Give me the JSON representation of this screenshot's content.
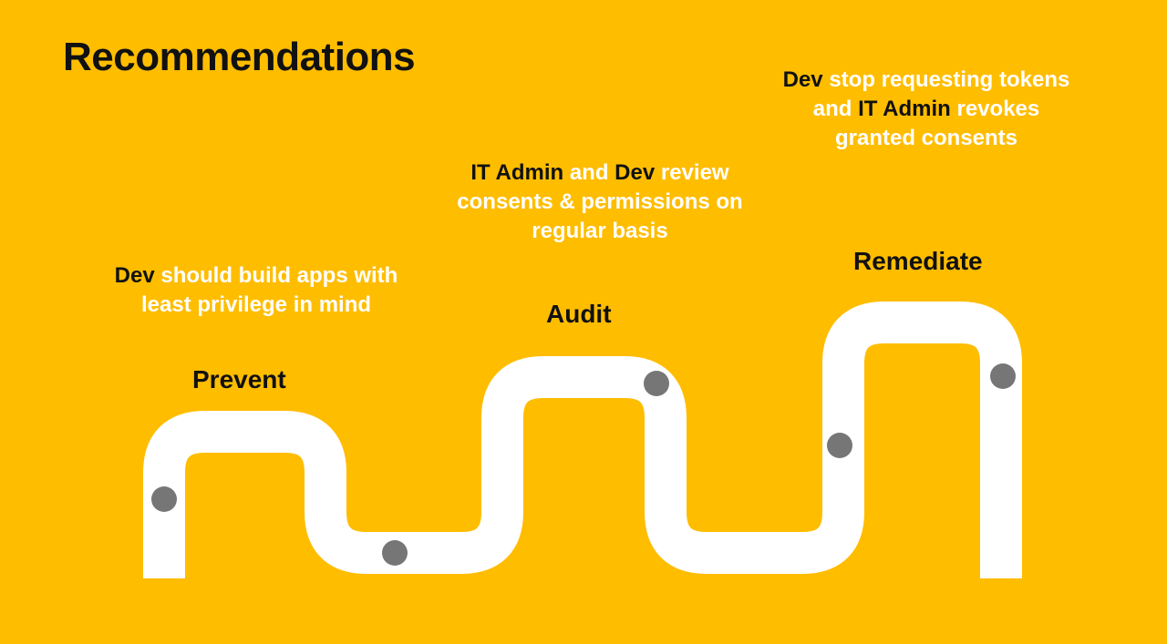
{
  "title": "Recommendations",
  "colors": {
    "background": "#FFBD00",
    "road": "#FFFFFF",
    "milestone": "#767676",
    "text_dark": "#111111",
    "text_light": "#FFFFFF"
  },
  "stages": [
    {
      "label": "Prevent"
    },
    {
      "label": "Audit"
    },
    {
      "label": "Remediate"
    }
  ],
  "annotations": [
    {
      "stage": "Prevent",
      "lines": [
        {
          "segments": [
            {
              "text": "Dev",
              "emphasis": true
            },
            {
              "text": " should build apps with",
              "emphasis": false
            }
          ]
        },
        {
          "segments": [
            {
              "text": "least privilege in mind",
              "emphasis": false
            }
          ]
        }
      ]
    },
    {
      "stage": "Audit",
      "lines": [
        {
          "segments": [
            {
              "text": "IT Admin",
              "emphasis": true
            },
            {
              "text": " and ",
              "emphasis": false
            },
            {
              "text": "Dev",
              "emphasis": true
            },
            {
              "text": " review",
              "emphasis": false
            }
          ]
        },
        {
          "segments": [
            {
              "text": "consents & permissions on",
              "emphasis": false
            }
          ]
        },
        {
          "segments": [
            {
              "text": "regular basis",
              "emphasis": false
            }
          ]
        }
      ]
    },
    {
      "stage": "Remediate",
      "lines": [
        {
          "segments": [
            {
              "text": "Dev",
              "emphasis": true
            },
            {
              "text": " stop requesting tokens",
              "emphasis": false
            }
          ]
        },
        {
          "segments": [
            {
              "text": "and ",
              "emphasis": false
            },
            {
              "text": "IT Admin",
              "emphasis": true
            },
            {
              "text": " revokes",
              "emphasis": false
            }
          ]
        },
        {
          "segments": [
            {
              "text": "granted consents",
              "emphasis": false
            }
          ]
        }
      ]
    }
  ],
  "milestones": {
    "count": 5
  }
}
